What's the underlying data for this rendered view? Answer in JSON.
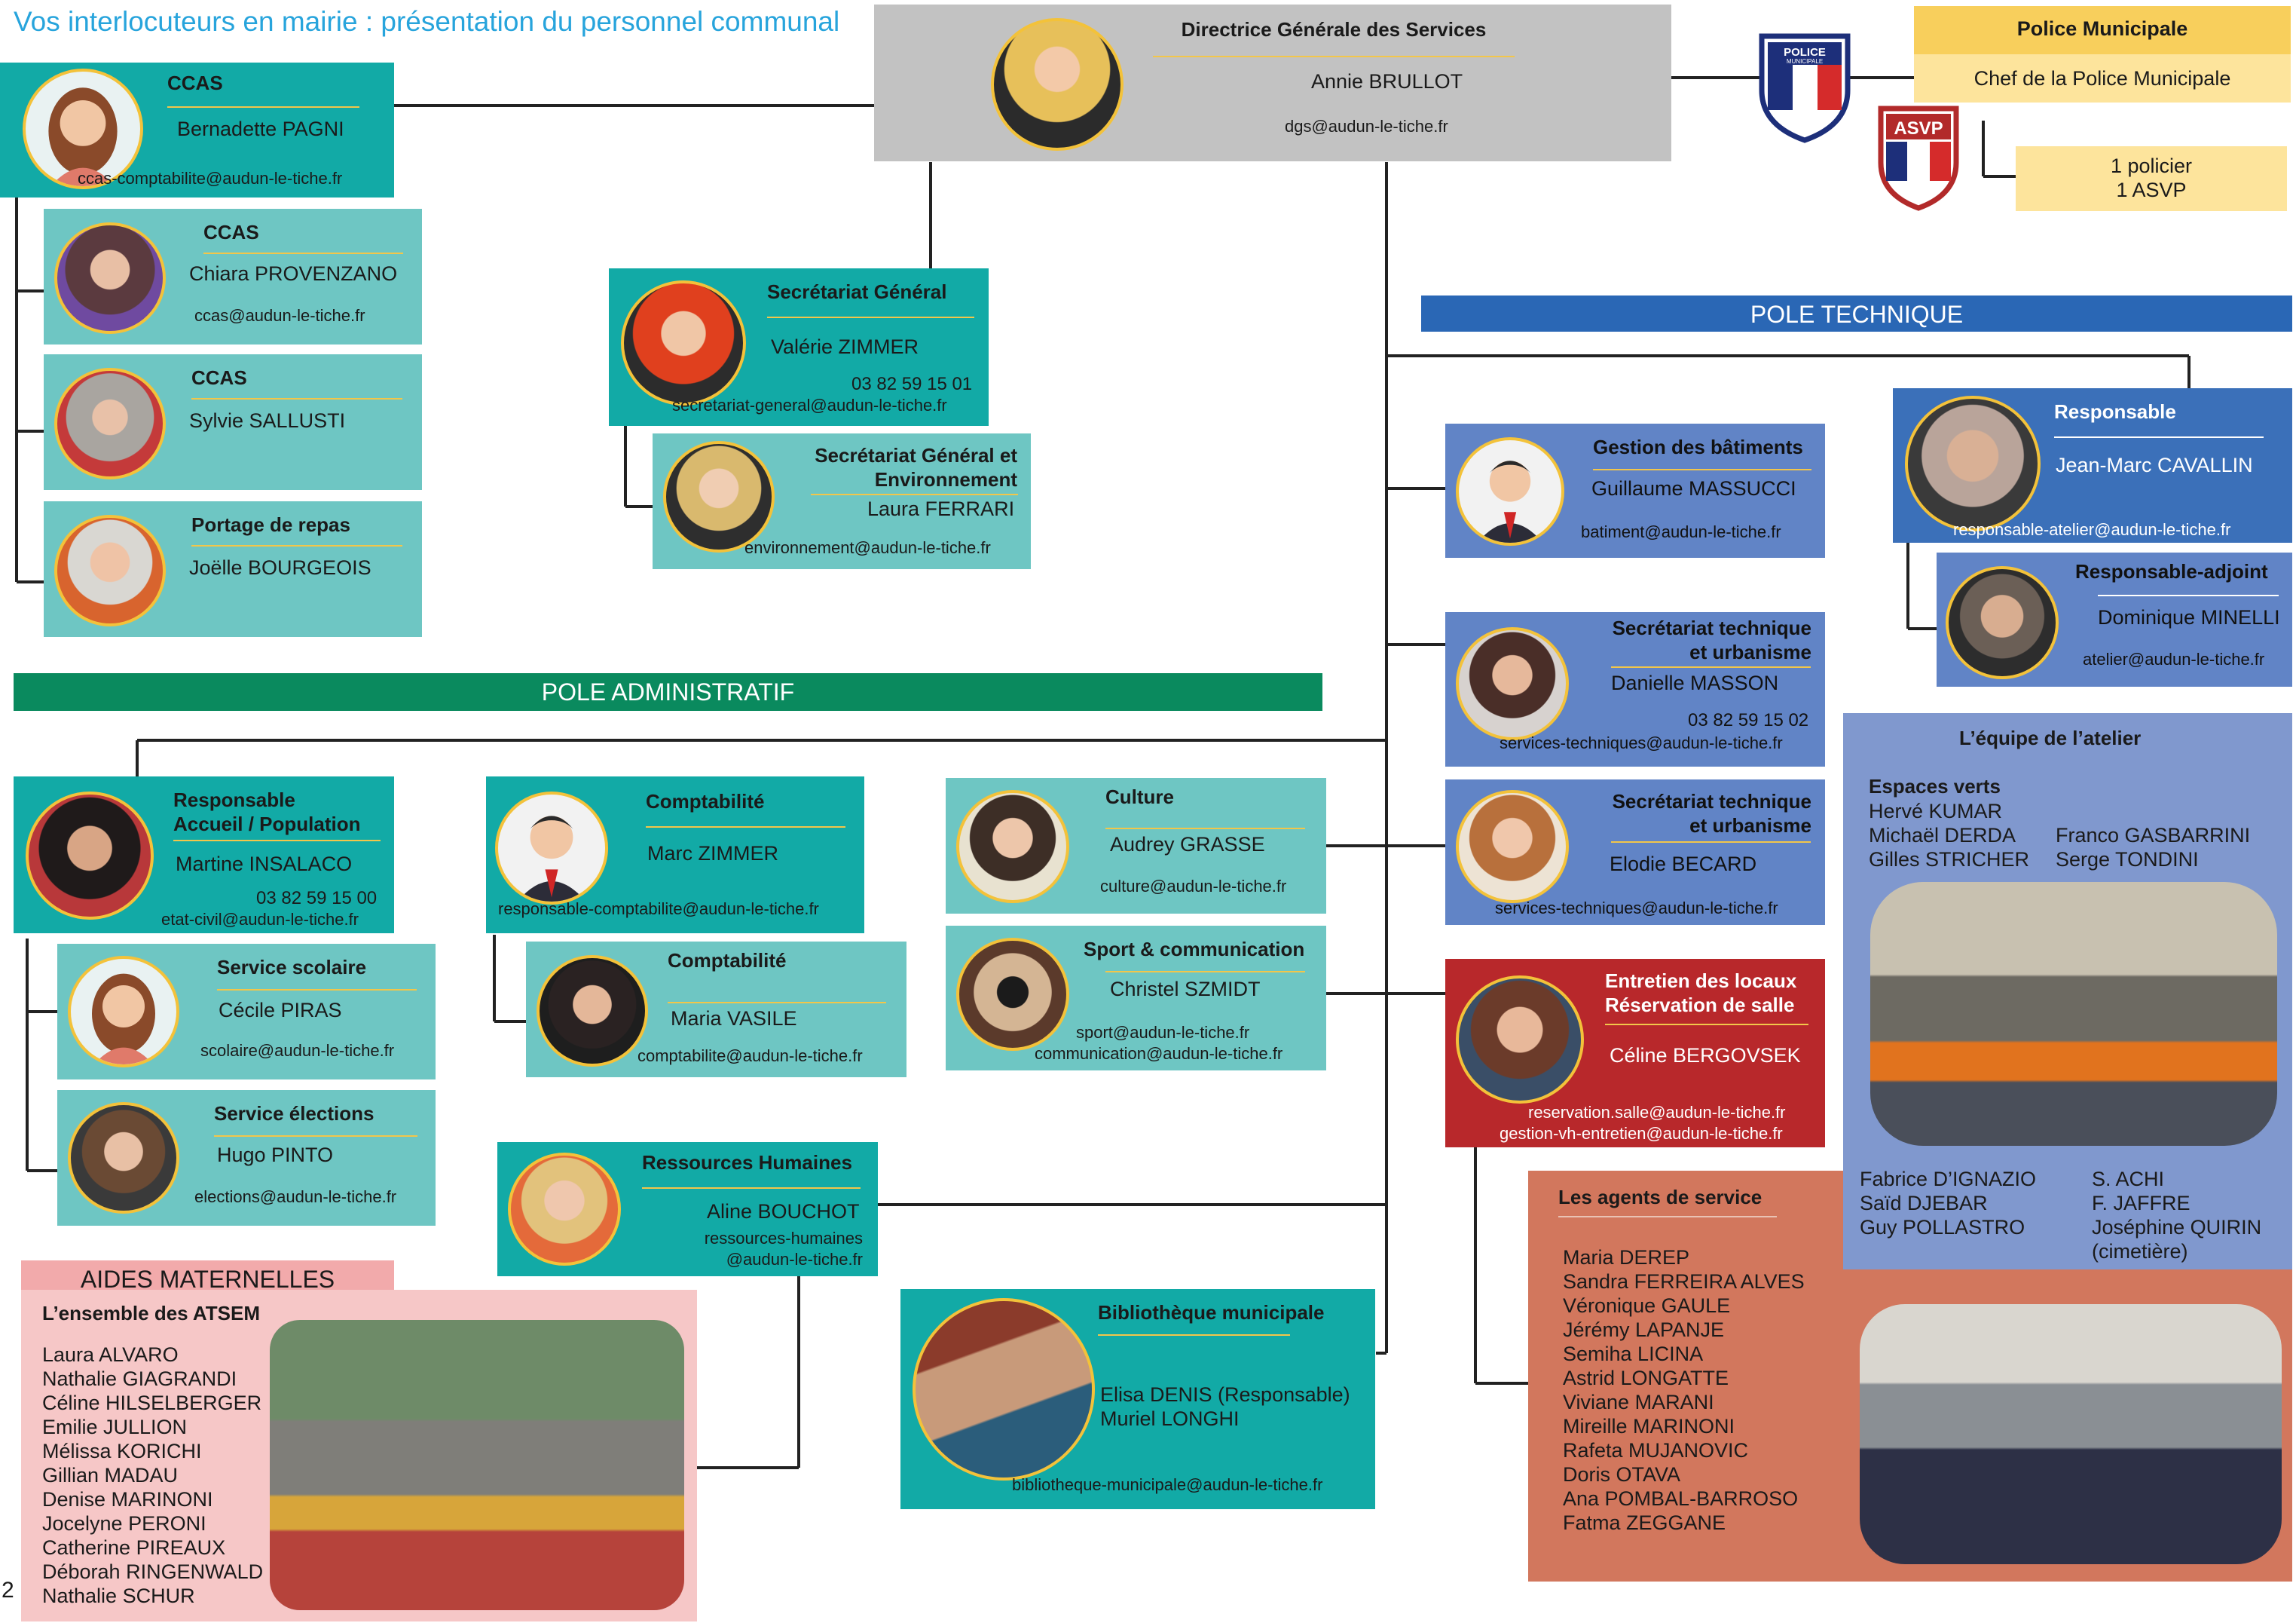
{
  "page_title": "Vos interlocuteurs en mairie : présentation du personnel communal",
  "page_number": "2",
  "dgs": {
    "title": "Directrice Générale des Services",
    "name": "Annie BRULLOT",
    "email": "dgs@audun-le-tiche.fr"
  },
  "police": {
    "header": "Police Municipale",
    "chief": "Chef de la Police Municipale",
    "staff1": "1 policier",
    "staff2": "1 ASVP",
    "badge1_top": "POLICE",
    "badge1_sub": "MUNICIPALE",
    "badge2_top": "ASVP"
  },
  "ccas": {
    "main": {
      "title": "CCAS",
      "name": "Bernadette PAGNI",
      "email": "ccas-comptabilite@audun-le-tiche.fr"
    },
    "c1": {
      "title": "CCAS",
      "name": "Chiara PROVENZANO",
      "email": "ccas@audun-le-tiche.fr"
    },
    "c2": {
      "title": "CCAS",
      "name": "Sylvie SALLUSTI"
    },
    "c3": {
      "title": "Portage de repas",
      "name": "Joëlle BOURGEOIS"
    }
  },
  "secgen": {
    "title": "Secrétariat Général",
    "name": "Valérie ZIMMER",
    "phone": "03 82 59 15 01",
    "email": "secretariat-general@audun-le-tiche.fr"
  },
  "secenv": {
    "title_line1": "Secrétariat Général et",
    "title_line2": "Environnement",
    "name": "Laura FERRARI",
    "email": "environnement@audun-le-tiche.fr"
  },
  "pole_admin": "POLE ADMINISTRATIF",
  "pole_tech": "POLE TECHNIQUE",
  "accueil": {
    "title_line1": "Responsable",
    "title_line2": "Accueil / Population",
    "name": "Martine INSALACO",
    "phone": "03 82 59 15 00",
    "email": "etat-civil@audun-le-tiche.fr"
  },
  "scolaire": {
    "title": "Service scolaire",
    "name": "Cécile PIRAS",
    "email": "scolaire@audun-le-tiche.fr"
  },
  "elections": {
    "title": "Service élections",
    "name": "Hugo PINTO",
    "email": "elections@audun-le-tiche.fr"
  },
  "compta1": {
    "title": "Comptabilité",
    "name": "Marc ZIMMER",
    "email": "responsable-comptabilite@audun-le-tiche.fr"
  },
  "compta2": {
    "title": "Comptabilité",
    "name": "Maria VASILE",
    "email": "comptabilite@audun-le-tiche.fr"
  },
  "culture": {
    "title": "Culture",
    "name": "Audrey GRASSE",
    "email": "culture@audun-le-tiche.fr"
  },
  "sport": {
    "title": "Sport & communication",
    "name": "Christel SZMIDT",
    "email1": "sport@audun-le-tiche.fr",
    "email2": "communication@audun-le-tiche.fr"
  },
  "rh": {
    "title": "Ressources Humaines",
    "name": "Aline BOUCHOT",
    "email1": "ressources-humaines",
    "email2": "@audun-le-tiche.fr"
  },
  "biblio": {
    "title": "Bibliothèque municipale",
    "name1": "Elisa DENIS (Responsable)",
    "name2": "Muriel LONGHI",
    "email": "bibliotheque-municipale@audun-le-tiche.fr"
  },
  "atsem": {
    "header": "AIDES MATERNELLES",
    "subtitle": "L’ensemble des ATSEM",
    "names": [
      "Laura ALVARO",
      "Nathalie GIAGRANDI",
      "Céline HILSELBERGER",
      "Emilie JULLION",
      "Mélissa KORICHI",
      "Gillian MADAU",
      "Denise MARINONI",
      "Jocelyne PERONI",
      "Catherine PIREAUX",
      "Déborah RINGENWALD",
      "Nathalie SCHUR"
    ]
  },
  "batiments": {
    "title": "Gestion des bâtiments",
    "name": "Guillaume MASSUCCI",
    "email": "batiment@audun-le-tiche.fr"
  },
  "sectech1": {
    "title_line1": "Secrétariat technique",
    "title_line2": "et urbanisme",
    "name": "Danielle MASSON",
    "phone": "03 82 59 15 02",
    "email": "services-techniques@audun-le-tiche.fr"
  },
  "sectech2": {
    "title_line1": "Secrétariat technique",
    "title_line2": "et urbanisme",
    "name": "Elodie BECARD",
    "email": "services-techniques@audun-le-tiche.fr"
  },
  "entretien": {
    "title_line1": "Entretien des locaux",
    "title_line2": "Réservation de salle",
    "name": "Céline BERGOVSEK",
    "email1": "reservation.salle@audun-le-tiche.fr",
    "email2": "gestion-vh-entretien@audun-le-tiche.fr"
  },
  "agents": {
    "title": "Les agents de service",
    "names": [
      "Maria DEREP",
      "Sandra FERREIRA ALVES",
      "Véronique GAULE",
      "Jérémy LAPANJE",
      "Semiha LICINA",
      "Astrid LONGATTE",
      "Viviane MARANI",
      "Mireille MARINONI",
      "Rafeta MUJANOVIC",
      "Doris OTAVA",
      "Ana POMBAL-BARROSO",
      "Fatma ZEGGANE"
    ]
  },
  "atelier_resp": {
    "title": "Responsable",
    "name": "Jean-Marc CAVALLIN",
    "email": "responsable-atelier@audun-le-tiche.fr"
  },
  "atelier_adj": {
    "title": "Responsable-adjoint",
    "name": "Dominique MINELLI",
    "email": "atelier@audun-le-tiche.fr"
  },
  "equipe": {
    "title": "L’équipe de l’atelier",
    "espaces_title": "Espaces verts",
    "col1": [
      "Hervé KUMAR",
      "Michaël DERDA",
      "Gilles STRICHER"
    ],
    "col2": [
      "Franco GASBARRINI",
      "Serge TONDINI"
    ],
    "col3": [
      "Fabrice D’IGNAZIO",
      "Saïd DJEBAR",
      "Guy POLLASTRO"
    ],
    "col4": [
      "S. ACHI",
      "F. JAFFRE",
      "Joséphine QUIRIN",
      "(cimetière)"
    ]
  },
  "colors": {
    "teal": "#12aaa6",
    "light_teal": "#6ec6c3",
    "blue": "#3b70b9",
    "light_blue": "#6184c6",
    "red": "#b8282b",
    "green_bar": "#0a8a5e",
    "blue_bar": "#2a67b5",
    "title_blue": "#27a4dc",
    "police_yellow": "#f8cf5c",
    "police_light": "#fde49c",
    "atsem_pink": "#f6c7c7",
    "agents_orange": "#d2775d"
  }
}
